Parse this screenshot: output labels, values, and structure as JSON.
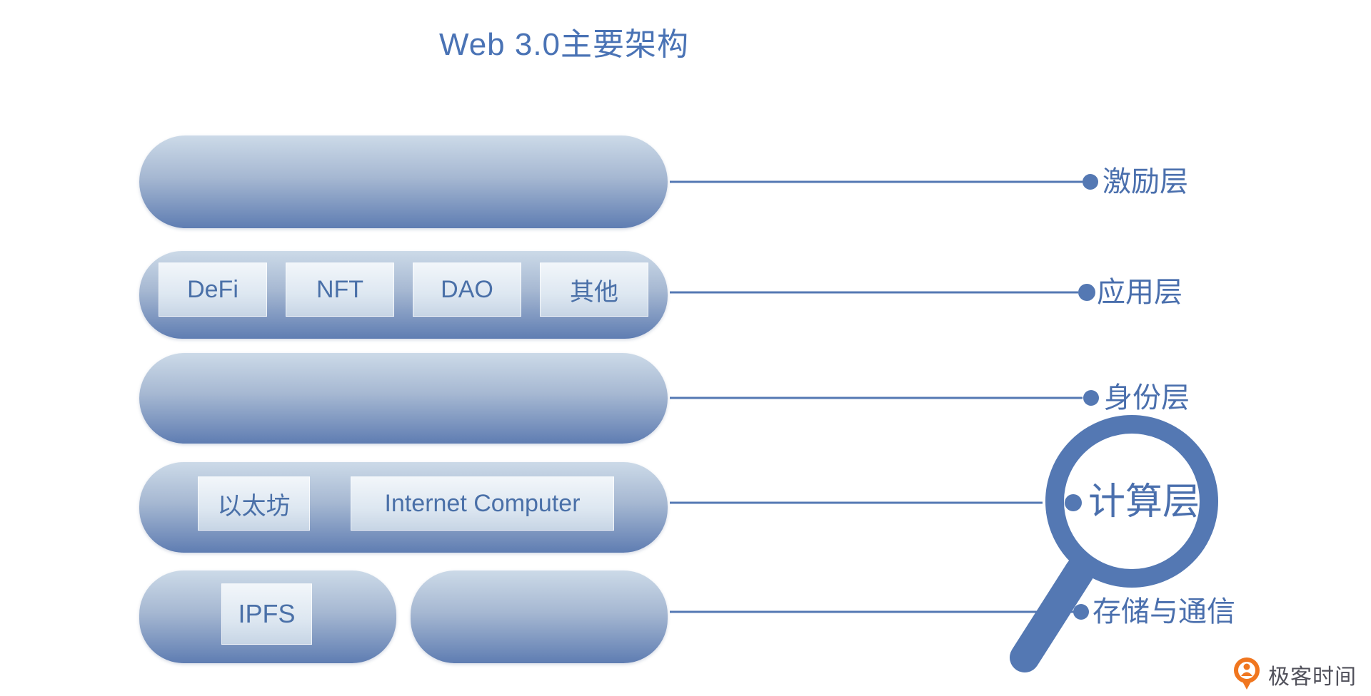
{
  "title": "Web 3.0主要架构",
  "diagram": {
    "layers": [
      {
        "label": "激励层",
        "items": []
      },
      {
        "label": "应用层",
        "items": [
          "DeFi",
          "NFT",
          "DAO",
          "其他"
        ]
      },
      {
        "label": "身份层",
        "items": []
      },
      {
        "label": "计算层",
        "items": [
          "以太坊",
          "Internet Computer"
        ],
        "highlight": "magnifier"
      },
      {
        "label": "存储与通信",
        "items": [
          "IPFS"
        ]
      }
    ]
  },
  "branding": {
    "name": "极客时间"
  },
  "colors": {
    "title_blue": "#4a73b5",
    "label_blue": "#4a6fad",
    "line_blue": "#5478b3",
    "pill_top": "#ccdae8",
    "pill_bottom": "#5f7db2",
    "box_text": "#4a70a8",
    "logo_orange": "#f0761f",
    "logo_text_gray": "#50505a"
  }
}
